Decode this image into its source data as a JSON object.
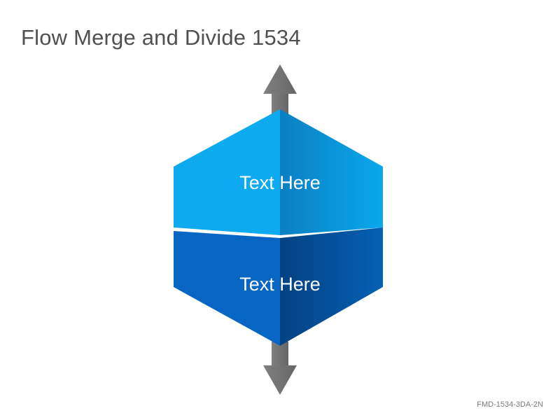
{
  "title": "Flow Merge and Divide 1534",
  "shapes": {
    "top_label": "Text Here",
    "bottom_label": "Text Here"
  },
  "footer_code": "FMD-1534-3DA-2N",
  "colors": {
    "title_text": "#505050",
    "top_shape_light": "#11a7ee",
    "top_shape_dark": "#0584c7",
    "bottom_shape_light": "#0766c4",
    "bottom_shape_dark": "#03478e",
    "arrow": "#747474",
    "footer_text": "#7a7a7a"
  }
}
